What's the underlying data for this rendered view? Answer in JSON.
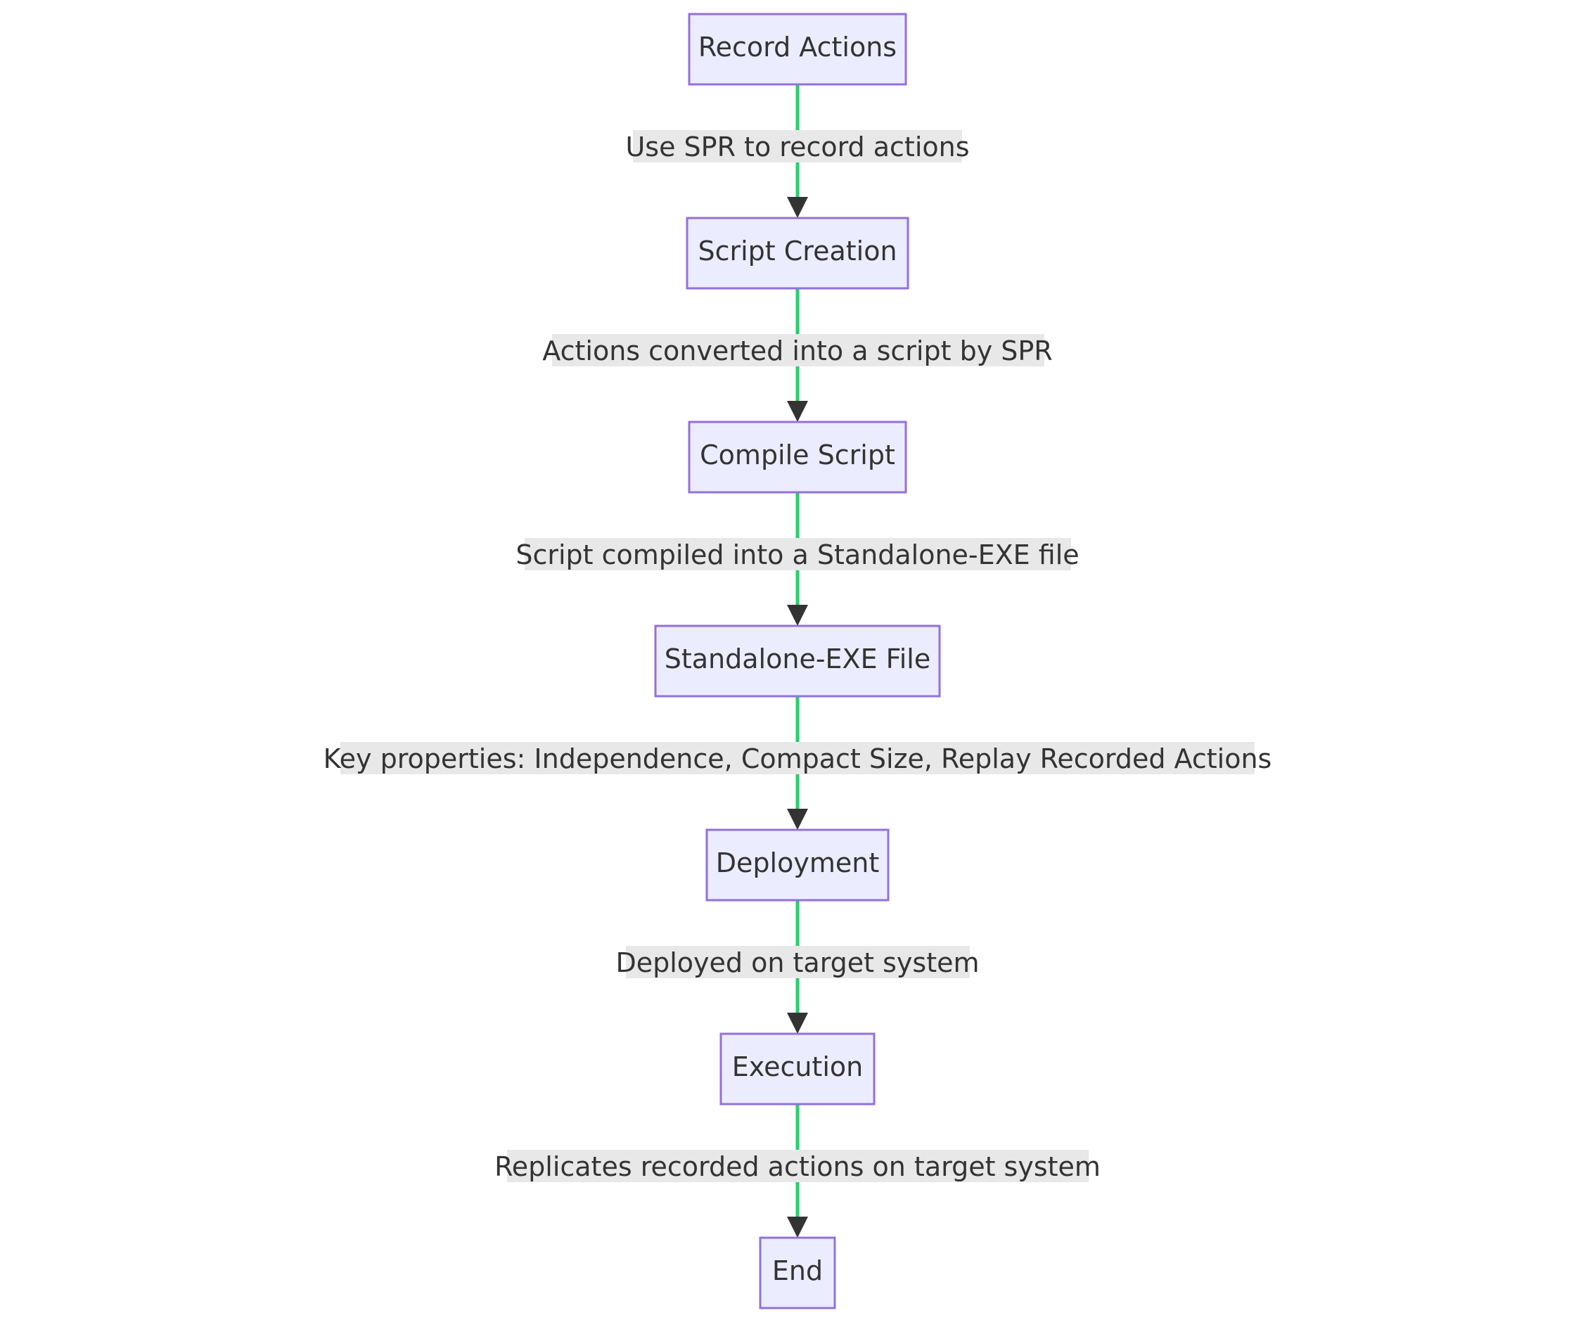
{
  "flowchart": {
    "nodes": [
      {
        "id": "record",
        "label": "Record Actions"
      },
      {
        "id": "script",
        "label": "Script Creation"
      },
      {
        "id": "compile",
        "label": "Compile Script"
      },
      {
        "id": "exe",
        "label": "Standalone-EXE File"
      },
      {
        "id": "deploy",
        "label": "Deployment"
      },
      {
        "id": "execute",
        "label": "Execution"
      },
      {
        "id": "end",
        "label": "End"
      }
    ],
    "edges": [
      {
        "from": "record",
        "to": "script",
        "label": "Use SPR to record actions"
      },
      {
        "from": "script",
        "to": "compile",
        "label": "Actions converted into a script by SPR"
      },
      {
        "from": "compile",
        "to": "exe",
        "label": "Script compiled into a Standalone-EXE file"
      },
      {
        "from": "exe",
        "to": "deploy",
        "label": "Key properties: Independence, Compact Size, Replay Recorded Actions"
      },
      {
        "from": "deploy",
        "to": "execute",
        "label": "Deployed on target system"
      },
      {
        "from": "execute",
        "to": "end",
        "label": "Replicates recorded actions on target system"
      }
    ],
    "colors": {
      "node_fill": "#ECECFF",
      "node_stroke": "#9370DB",
      "edge_line": "#2ECC71",
      "arrow": "#333333",
      "label_background": "#E8E8E8",
      "text": "#333333"
    }
  }
}
